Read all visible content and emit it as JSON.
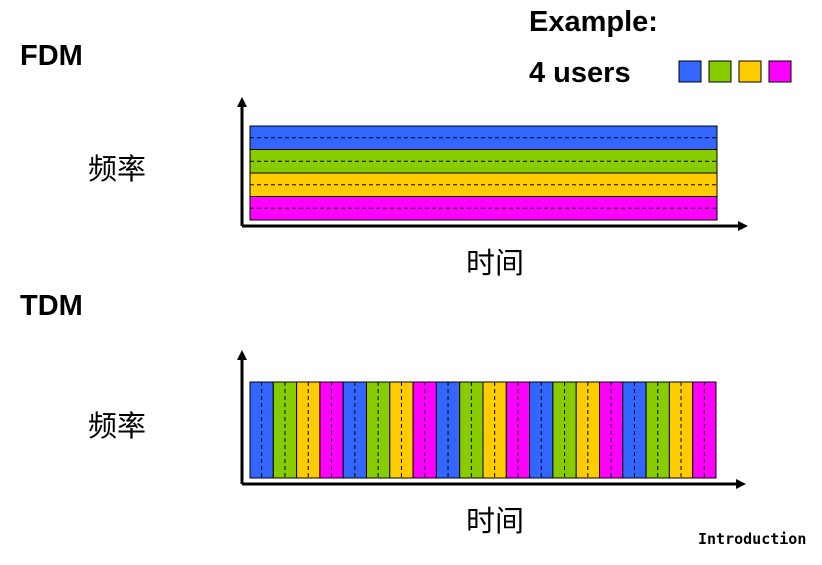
{
  "example": {
    "title": "Example:",
    "users_label": "4 users"
  },
  "colors": {
    "user1": "#3366ff",
    "user2": "#88cc00",
    "user3": "#ffcc00",
    "user4": "#ff00ff",
    "axis": "#000000"
  },
  "fdm": {
    "title": "FDM",
    "y_label": "频率",
    "x_label": "时间",
    "bands": [
      "user1",
      "user2",
      "user3",
      "user4"
    ]
  },
  "tdm": {
    "title": "TDM",
    "y_label": "频率",
    "x_label": "时间",
    "slot_cycles": 5,
    "slot_order": [
      "user1",
      "user2",
      "user3",
      "user4"
    ]
  },
  "footer": {
    "label": "Introduction"
  }
}
